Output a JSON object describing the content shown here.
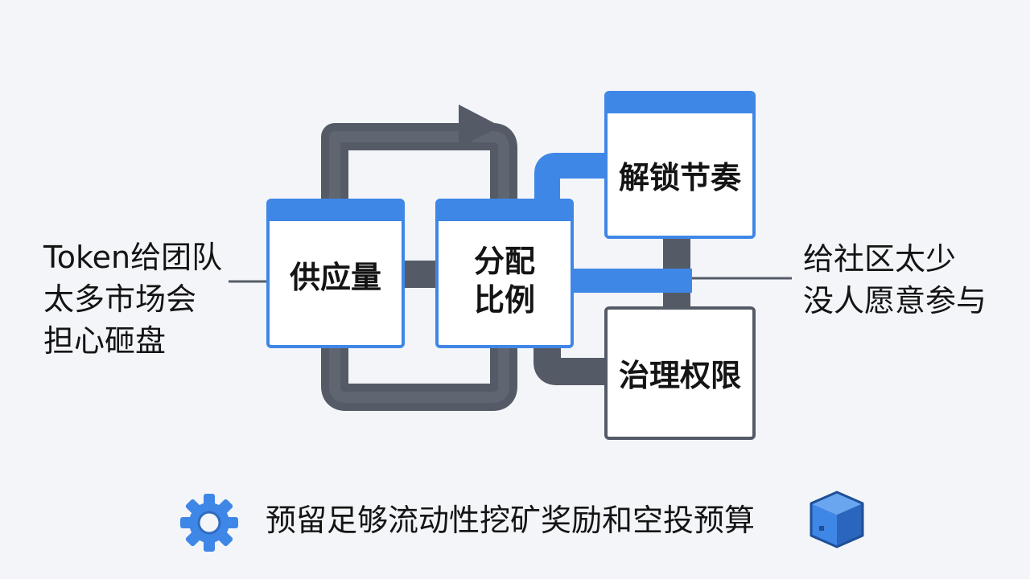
{
  "diagram": {
    "left_note": [
      "Token给团队",
      "太多市场会",
      "担心砸盘"
    ],
    "right_note": [
      "给社区太少",
      "没人愿意参与"
    ],
    "nodes": {
      "supply": "供应量",
      "ratio": [
        "分配",
        "比例"
      ],
      "unlock": "解锁节奏",
      "governance": "治理权限"
    },
    "bottom_note": "预留足够流动性挖矿奖励和空投预算"
  },
  "icons": {
    "left": "gear-icon",
    "right": "cube-icon"
  },
  "colors": {
    "background": "#f3f5f9",
    "accent_blue": "#3f87e6",
    "dark_gray": "#555b66",
    "text": "#141414"
  }
}
